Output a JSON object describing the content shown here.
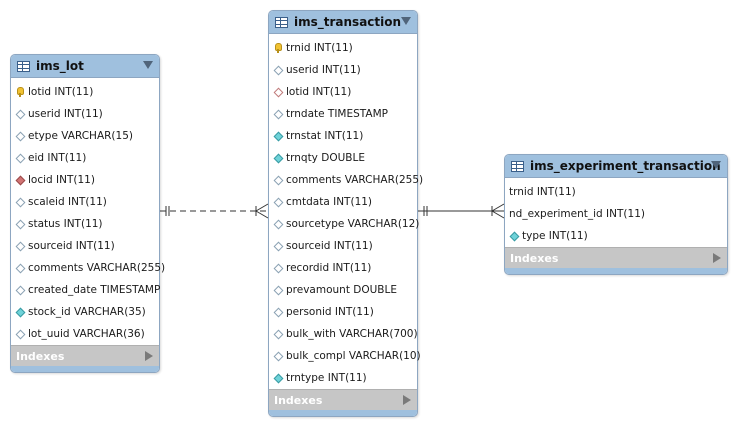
{
  "tables": {
    "lot": {
      "name": "ims_lot",
      "indexes_label": "Indexes",
      "columns": [
        {
          "icon": "primary-key-icon",
          "text": "lotid INT(11)"
        },
        {
          "icon": "column-icon",
          "text": "userid INT(11)"
        },
        {
          "icon": "column-icon",
          "text": "etype VARCHAR(15)"
        },
        {
          "icon": "column-icon",
          "text": "eid INT(11)"
        },
        {
          "icon": "foreign-key-icon",
          "text": "locid INT(11)"
        },
        {
          "icon": "column-icon",
          "text": "scaleid INT(11)"
        },
        {
          "icon": "column-icon",
          "text": "status INT(11)"
        },
        {
          "icon": "column-icon",
          "text": "sourceid INT(11)"
        },
        {
          "icon": "column-icon",
          "text": "comments VARCHAR(255)"
        },
        {
          "icon": "column-icon",
          "text": "created_date TIMESTAMP"
        },
        {
          "icon": "not-null-column-icon",
          "text": "stock_id VARCHAR(35)"
        },
        {
          "icon": "column-icon",
          "text": "lot_uuid VARCHAR(36)"
        }
      ]
    },
    "transaction": {
      "name": "ims_transaction",
      "indexes_label": "Indexes",
      "columns": [
        {
          "icon": "primary-key-icon",
          "text": "trnid INT(11)"
        },
        {
          "icon": "column-icon",
          "text": "userid INT(11)"
        },
        {
          "icon": "foreign-key-column-icon",
          "text": "lotid INT(11)"
        },
        {
          "icon": "column-icon",
          "text": "trndate TIMESTAMP"
        },
        {
          "icon": "not-null-column-icon",
          "text": "trnstat INT(11)"
        },
        {
          "icon": "not-null-column-icon",
          "text": "trnqty DOUBLE"
        },
        {
          "icon": "column-icon",
          "text": "comments VARCHAR(255)"
        },
        {
          "icon": "column-icon",
          "text": "cmtdata INT(11)"
        },
        {
          "icon": "column-icon",
          "text": "sourcetype VARCHAR(12)"
        },
        {
          "icon": "column-icon",
          "text": "sourceid INT(11)"
        },
        {
          "icon": "column-icon",
          "text": "recordid INT(11)"
        },
        {
          "icon": "column-icon",
          "text": "prevamount DOUBLE"
        },
        {
          "icon": "column-icon",
          "text": "personid INT(11)"
        },
        {
          "icon": "column-icon",
          "text": "bulk_with VARCHAR(700)"
        },
        {
          "icon": "column-icon",
          "text": "bulk_compl VARCHAR(10)"
        },
        {
          "icon": "not-null-column-icon",
          "text": "trntype INT(11)"
        }
      ]
    },
    "experiment_transaction": {
      "name": "ims_experiment_transaction",
      "indexes_label": "Indexes",
      "columns": [
        {
          "icon": "none",
          "text": "trnid INT(11)"
        },
        {
          "icon": "none",
          "text": "nd_experiment_id INT(11)"
        },
        {
          "icon": "not-null-column-icon",
          "text": "type INT(11)"
        }
      ]
    }
  },
  "colors": {
    "header": "#9fc0de",
    "border": "#8da6c1",
    "indexes_bar": "#c6c6c6",
    "connector": "#333333"
  },
  "relationships": [
    {
      "from": "ims_lot",
      "to": "ims_transaction",
      "style": "dashed",
      "cardinality": "one-to-many"
    },
    {
      "from": "ims_transaction",
      "to": "ims_experiment_transaction",
      "style": "solid",
      "cardinality": "one-to-many"
    }
  ]
}
